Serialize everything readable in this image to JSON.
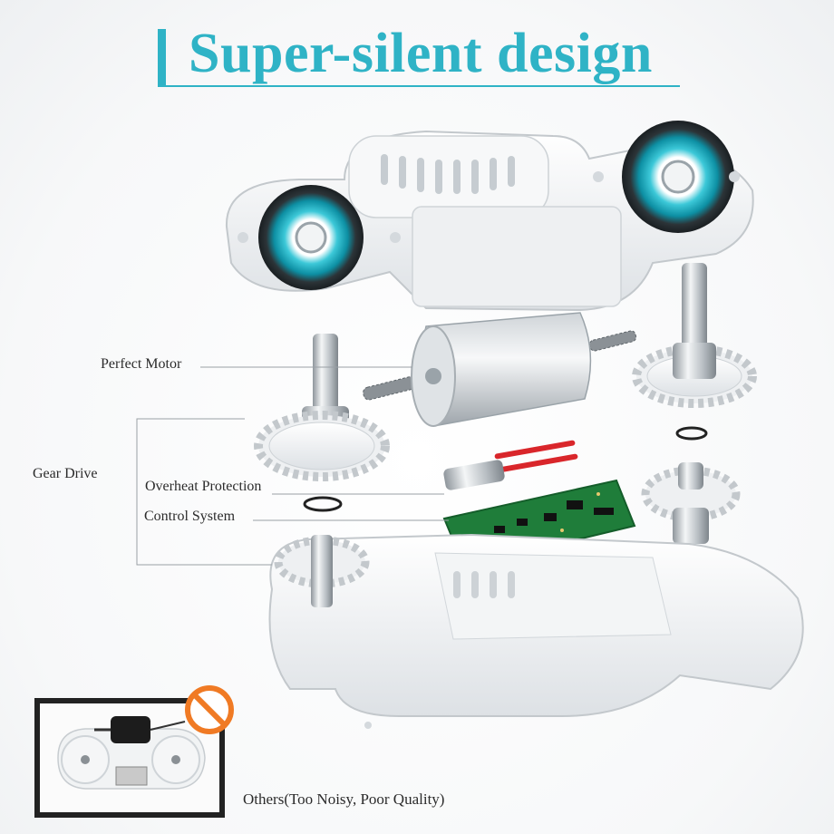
{
  "title": "Super-silent design",
  "labels": {
    "perfect_motor": "Perfect Motor",
    "gear_drive": "Gear Drive",
    "overheat_protection": "Overheat Protection",
    "control_system": "Control System",
    "others": "Others(Too Noisy, Poor Quality)"
  },
  "colors": {
    "accent": "#2fb3c6",
    "ban": "#f07a24",
    "pcb": "#1f7d3a"
  },
  "icons": {
    "ban": "no-entry-icon"
  }
}
